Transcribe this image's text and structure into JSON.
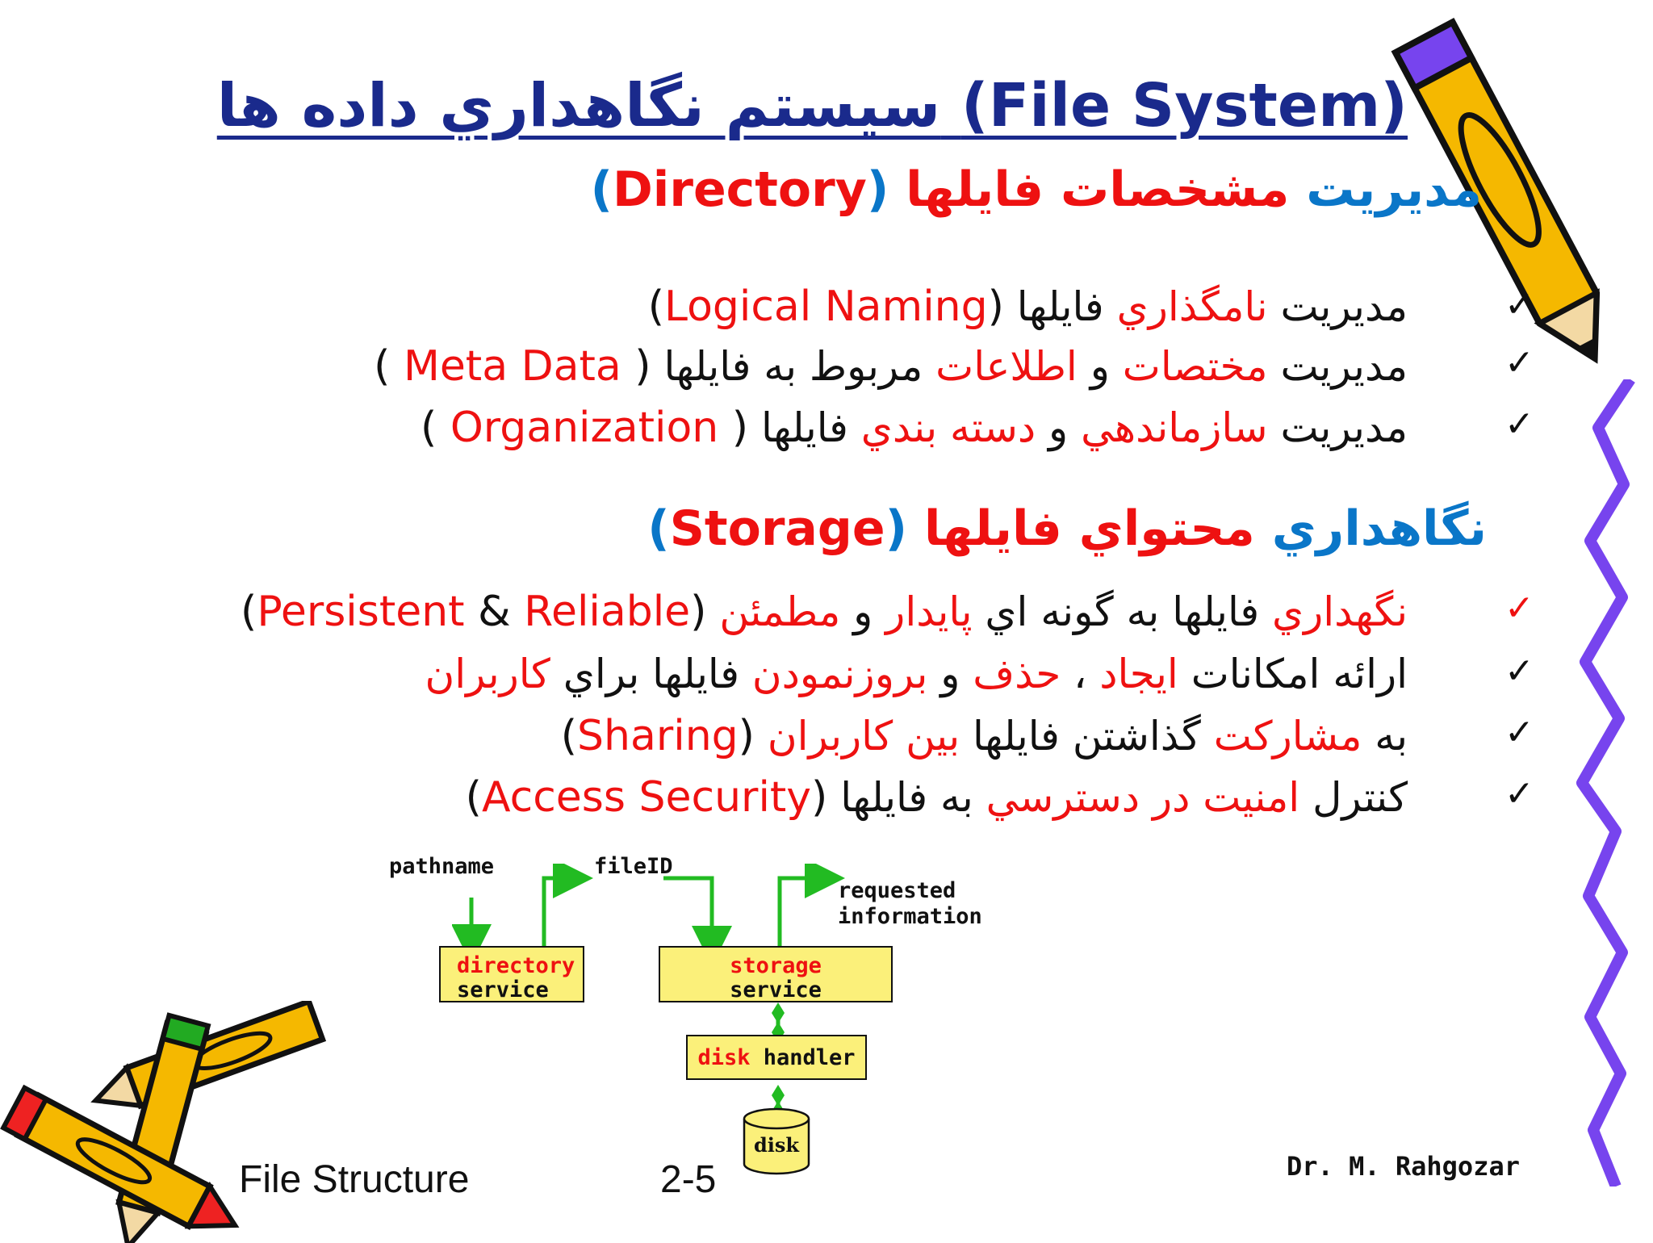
{
  "slide": {
    "title_fa": "سیستم  نگاهداري داده ها",
    "title_en": "(File System)",
    "section1": {
      "fa_blue": "مديريت",
      "fa_red": "مشخصات فايلها",
      "en_open": "(",
      "en_red": "Directory",
      "en_close": ")"
    },
    "section1_items": [
      {
        "check": "✓",
        "p1": "مديريت ",
        "p2": "نامگذاري",
        "p3": " فايلها ",
        "en_open": "(",
        "en": "Logical Naming",
        "en_close": ")"
      },
      {
        "check": "✓",
        "p1": "مديريت ",
        "p2": "مختصات",
        "p3": " و ",
        "p4": "اطلاعات",
        "p5": " مربوط به فايلها ",
        "en_open": "( ",
        "en": "Meta Data",
        "en_close": " )"
      },
      {
        "check": "✓",
        "p1": "مديريت ",
        "p2": "سازماندهي",
        "p3": " و ",
        "p4": "دسته بندي",
        "p5": " فايلها ",
        "en_open": "( ",
        "en": "Organization",
        "en_close": " )"
      }
    ],
    "section2": {
      "fa_blue": "نگاهداري",
      "fa_red": "محتواي فايلها",
      "en_open": "(",
      "en_red": "Storage",
      "en_close": ")"
    },
    "section2_items": [
      {
        "check": "✓",
        "p1": "نگهداري",
        "p2": " فايلها به گونه اي ",
        "p3": "پايدار",
        "p4": " و ",
        "p5": "مطمئن",
        "en_open": "(",
        "en_a": "Persistent",
        "en_amp": " & ",
        "en_b": "Reliable",
        "en_close": ")"
      },
      {
        "check": "✓",
        "p1": "ارائه امكانات ",
        "p2": "ايجاد",
        "p3": " ، ",
        "p4": "حذف",
        "p5": " و ",
        "p6": "بروزنمودن",
        "p7": " فايلها براي ",
        "p8": "كاربران"
      },
      {
        "check": "✓",
        "p1": "به ",
        "p2": "مشاركت",
        "p3": " گذاشتن فايلها ",
        "p4": "بين كاربران",
        "en_open": "(",
        "en": "Sharing",
        "en_close": ")"
      },
      {
        "check": "✓",
        "p1": "كنترل ",
        "p2": "امنيت در دسترسي",
        "p3": " به فايلها ",
        "en_open": "(",
        "en": "Access Security",
        "en_close": ")"
      }
    ]
  },
  "diagram": {
    "pathname": "pathname",
    "fileid": "fileID",
    "requested_1": "requested",
    "requested_2": "information",
    "dir_red": "directory",
    "dir_black": "service",
    "storage_red": "storage",
    "storage_black": "service",
    "disk_red": "disk",
    "disk_black": " handler",
    "disk_label": "disk"
  },
  "footer": {
    "left": "File Structure",
    "page": "2-5",
    "right": "Dr. M. Rahgozar"
  },
  "colors": {
    "blue": "#0a76c8",
    "red": "#ee1111",
    "navy": "#1a2a8c",
    "yellow_box": "#fbf07a",
    "arrow_green": "#22bb22",
    "purple_edge": "#7744ee"
  }
}
